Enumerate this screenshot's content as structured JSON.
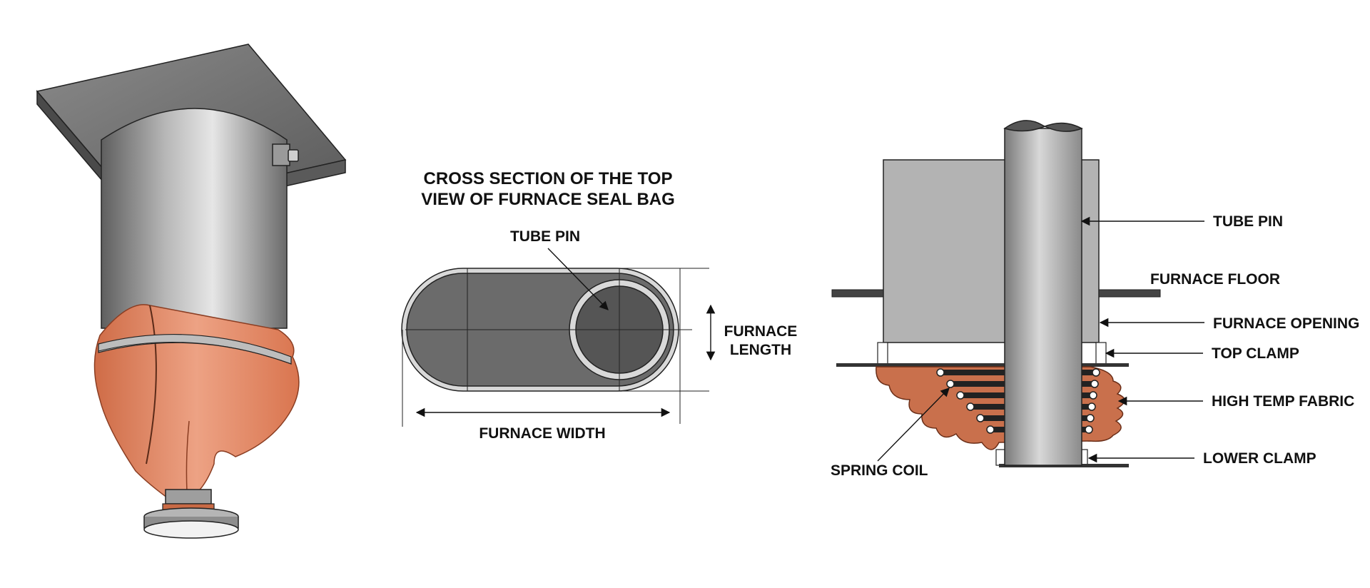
{
  "cross_section": {
    "title_line1": "CROSS SECTION OF THE TOP",
    "title_line2": "VIEW OF FURNACE SEAL BAG",
    "tube_pin_label": "TUBE PIN",
    "furnace_length_line1": "FURNACE",
    "furnace_length_line2": "LENGTH",
    "furnace_width_label": "FURNACE WIDTH"
  },
  "side_view": {
    "tube_pin_label": "TUBE PIN",
    "furnace_floor_label": "FURNACE FLOOR",
    "furnace_opening_label": "FURNACE OPENING",
    "top_clamp_label": "TOP CLAMP",
    "high_temp_fabric_label": "HIGH TEMP FABRIC",
    "lower_clamp_label": "LOWER CLAMP",
    "spring_coil_label": "SPRING COIL"
  },
  "colors": {
    "fabric": "#d9754f",
    "fabric_light": "#eda284",
    "steel_dark": "#555555",
    "steel_light": "#e0e0e0",
    "outer_box": "#6b6b6b",
    "tube_circle": "#555555"
  }
}
